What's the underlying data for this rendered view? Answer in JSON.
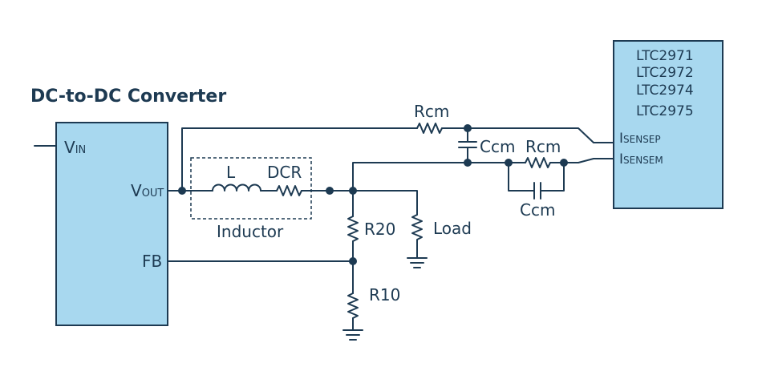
{
  "title": "DC-to-DC Converter",
  "converter": {
    "vin_main": "V",
    "vin_sub": "IN",
    "vout_main": "V",
    "vout_sub": "OUT",
    "fb": "FB"
  },
  "chip": {
    "parts": [
      "LTC2971",
      "LTC2972",
      "LTC2974",
      "LTC2975"
    ],
    "isensep_main": "I",
    "isensep_sub": "SENSEP",
    "isensem_main": "I",
    "isensem_sub": "SENSEM"
  },
  "components": {
    "inductor_label": "Inductor",
    "l": "L",
    "dcr": "DCR",
    "rcm_top": "Rcm",
    "ccm_mid": "Ccm",
    "rcm_bottom": "Rcm",
    "ccm_bottom": "Ccm",
    "r20": "R20",
    "r10": "R10",
    "load": "Load"
  },
  "colors": {
    "wire": "#1d3a52",
    "box_fill": "#a8d8ef"
  }
}
